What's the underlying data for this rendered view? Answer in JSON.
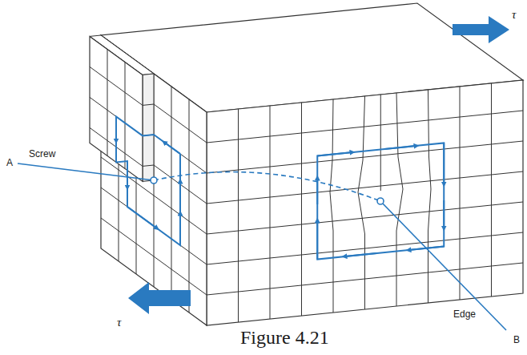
{
  "diagram": {
    "caption": "Figure 4.21",
    "labels": [
      "τ",
      "Screw",
      "A",
      "τ",
      "Edge",
      "B"
    ]
  }
}
